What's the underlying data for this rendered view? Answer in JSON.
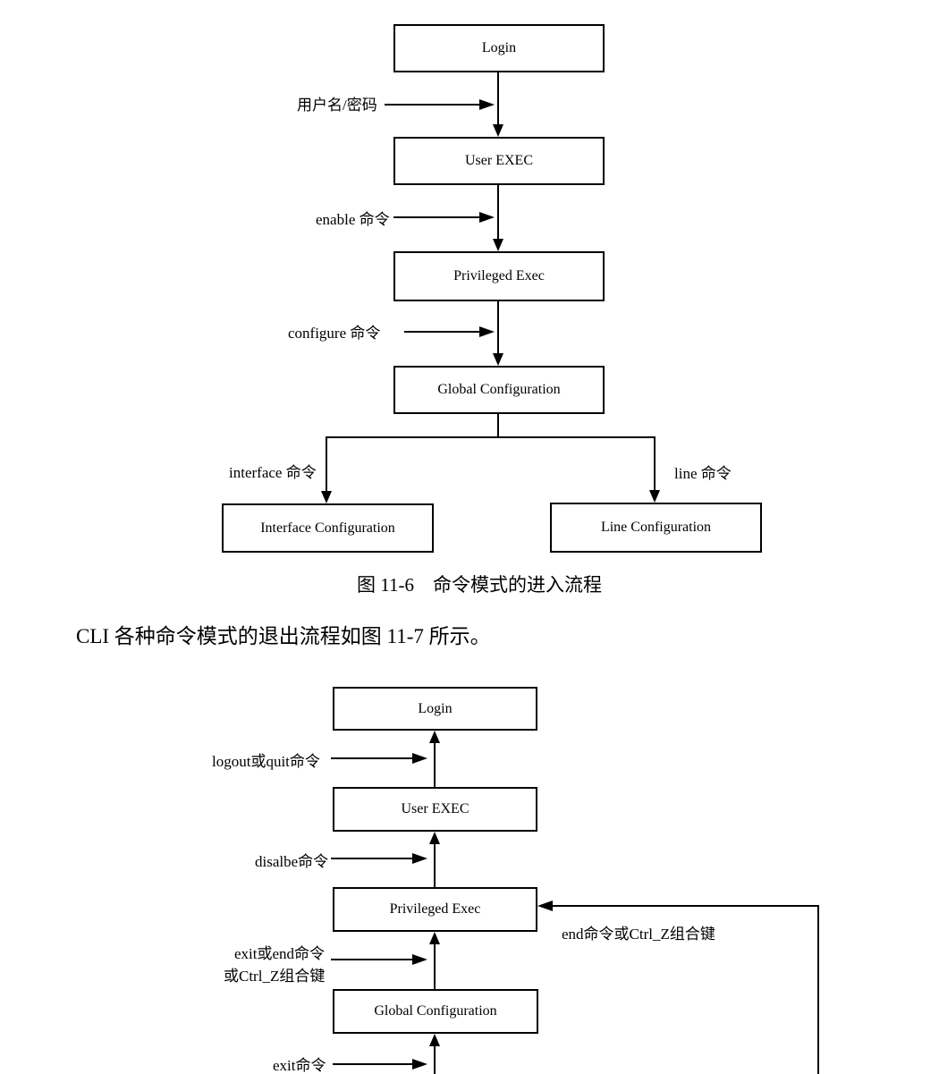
{
  "colors": {
    "ink": "#000000",
    "background": "#ffffff"
  },
  "fig_enter": {
    "box_login": "Login",
    "box_user_exec": "User EXEC",
    "box_privileged_exec": "Privileged Exec",
    "box_global_config": "Global Configuration",
    "box_interface_config": "Interface Configuration",
    "box_line_config": "Line Configuration",
    "label_username_password": "用户名/密码",
    "label_enable": "enable 命令",
    "label_configure": "configure 命令",
    "label_interface": "interface 命令",
    "label_line": "line 命令",
    "caption": "图 11-6　命令模式的进入流程"
  },
  "body_text": "CLI 各种命令模式的退出流程如图 11-7 所示。",
  "fig_exit": {
    "box_login": "Login",
    "box_user_exec": "User EXEC",
    "box_privileged_exec": "Privileged Exec",
    "box_global_config": "Global Configuration",
    "label_logout_quit": "logout或quit命令",
    "label_disable": "disalbe命令",
    "label_end_ctrlz": "end命令或Ctrl_Z组合键",
    "label_exit_end_line1": "exit或end命令",
    "label_exit_end_line2": "或Ctrl_Z组合键",
    "label_exit": "exit命令"
  }
}
